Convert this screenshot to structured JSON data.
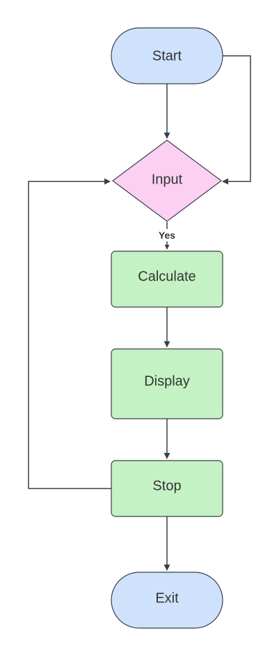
{
  "colors": {
    "terminal_fill": "#cfe2fb",
    "decision_fill": "#fbd0f3",
    "process_fill": "#c4f2c4",
    "stroke": "#3a3f4a",
    "text": "#333333"
  },
  "nodes": {
    "start": "Start",
    "input": "Input",
    "calculate": "Calculate",
    "display": "Display",
    "stop": "Stop",
    "exit": "Exit"
  },
  "edges": {
    "input_to_calculate": "Yes"
  }
}
